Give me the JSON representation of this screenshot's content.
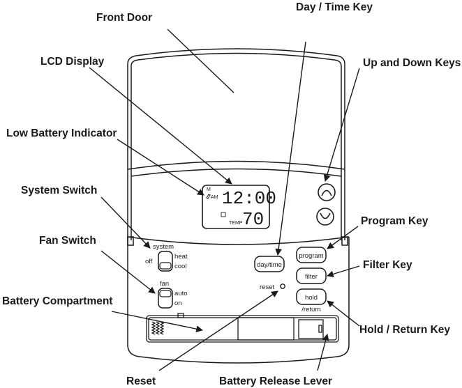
{
  "diagram": {
    "callouts": {
      "front_door": "Front Door",
      "day_time_key": "Day / Time Key",
      "lcd_display": "LCD Display",
      "up_down_keys": "Up and Down Keys",
      "low_battery_indicator": "Low Battery Indicator",
      "system_switch": "System Switch",
      "program_key": "Program Key",
      "fan_switch": "Fan Switch",
      "filter_key": "Filter Key",
      "battery_compartment": "Battery Compartment",
      "hold_return_key": "Hold / Return Key",
      "reset": "Reset",
      "battery_release_lever": "Battery Release Lever"
    },
    "lcd": {
      "mode_indicator": "M",
      "ampm": "AM",
      "time": "12:00",
      "temperature": "70",
      "temp_label": "TEMP"
    },
    "system_switch": {
      "label": "system",
      "options": [
        "off",
        "heat",
        "cool"
      ]
    },
    "fan_switch": {
      "label": "fan",
      "options": [
        "auto",
        "on"
      ]
    },
    "keys": {
      "day_time": "day/time",
      "program": "program",
      "filter": "filter",
      "hold": "hold",
      "return_label": "/return",
      "reset": "reset"
    },
    "colors": {
      "line": "#1a1a1a",
      "background": "#ffffff"
    }
  }
}
